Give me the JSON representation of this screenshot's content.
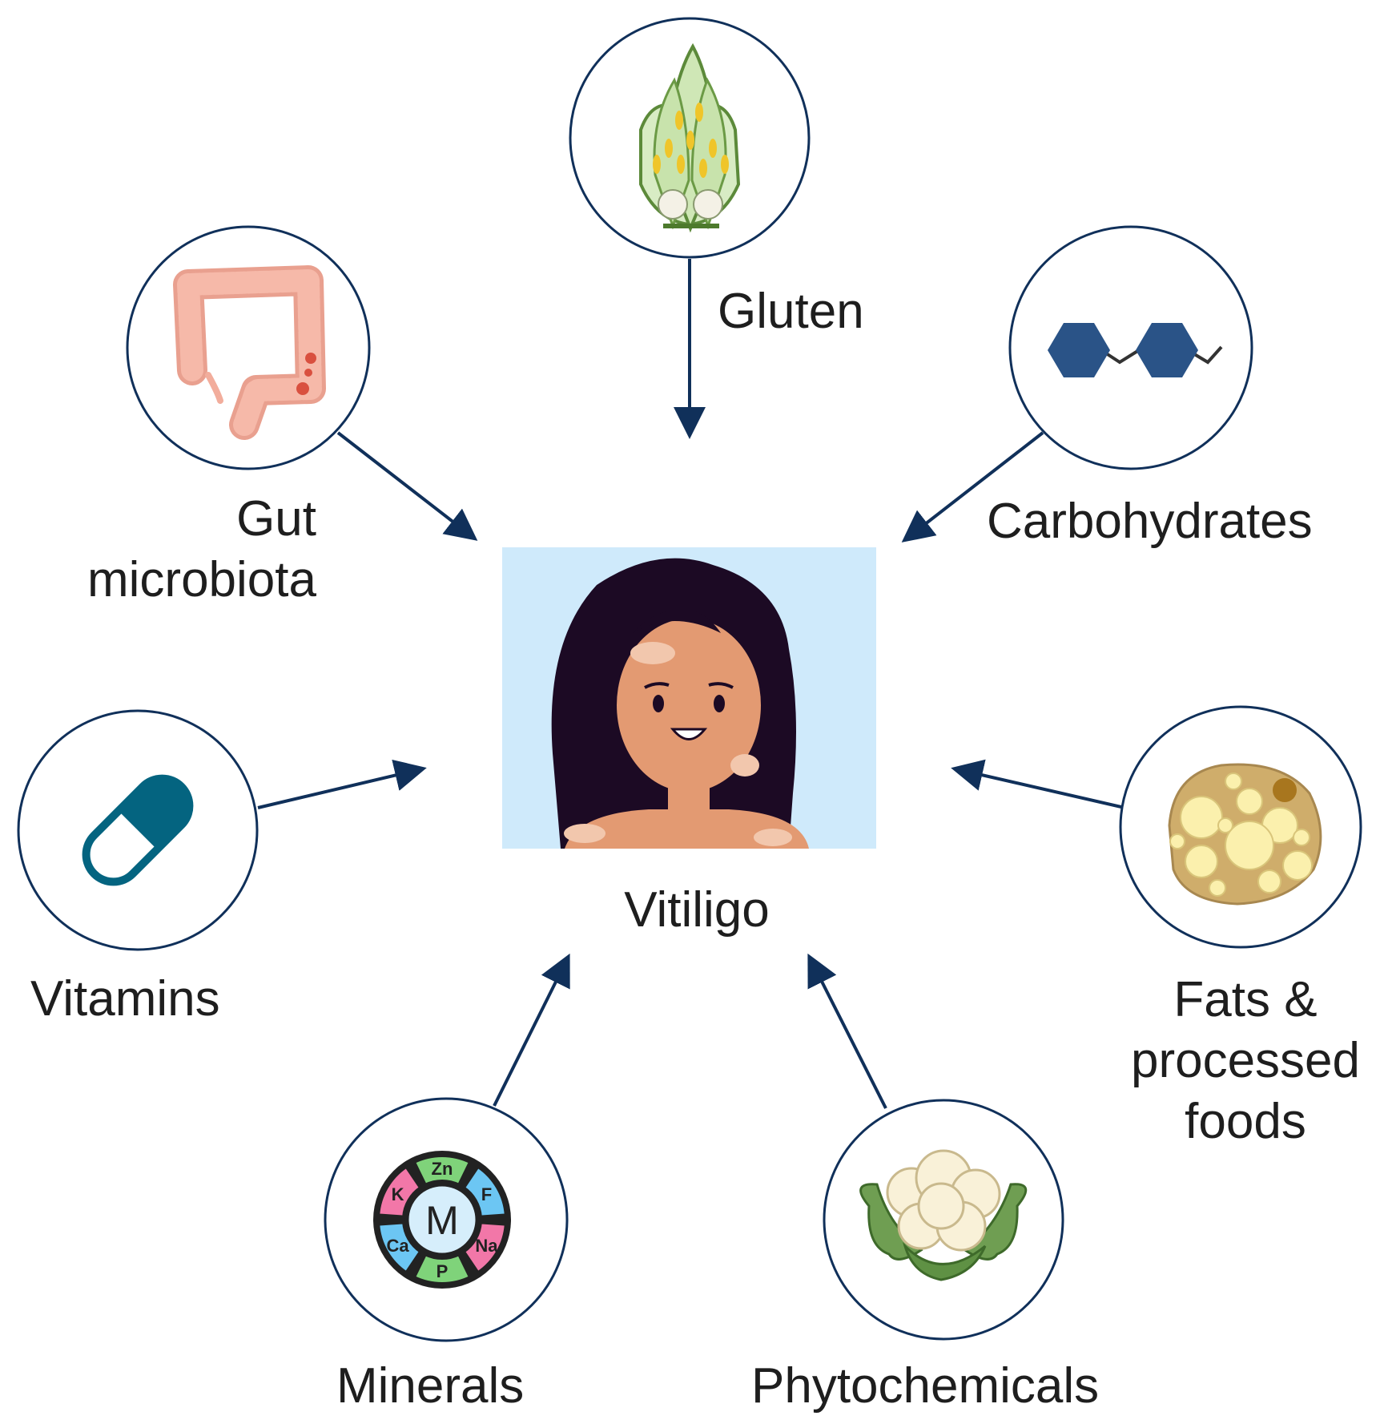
{
  "center": {
    "label": "Vitiligo",
    "panel_color": "#cfeafb"
  },
  "factors": [
    {
      "id": "gluten",
      "label": "Gluten",
      "icon": "wheat-spikelet-icon"
    },
    {
      "id": "gut",
      "label": "Gut\nmicrobiota",
      "icon": "colon-icon"
    },
    {
      "id": "carbs",
      "label": "Carbohydrates",
      "icon": "hexagon-molecule-icon"
    },
    {
      "id": "vitamins",
      "label": "Vitamins",
      "icon": "capsule-pill-icon"
    },
    {
      "id": "fats",
      "label": "Fats &\nprocessed\nfoods",
      "icon": "fat-cell-icon"
    },
    {
      "id": "minerals",
      "label": "Minerals",
      "icon": "mineral-wheel-icon"
    },
    {
      "id": "phyto",
      "label": "Phytochemicals",
      "icon": "cauliflower-icon"
    }
  ],
  "mineral_symbols": [
    "Zn",
    "F",
    "Na",
    "P",
    "Ca",
    "K"
  ],
  "mineral_center": "M",
  "colors": {
    "circle_stroke": "#10305a",
    "arrow": "#10305a",
    "molecule": "#2a5387",
    "capsule": "#046480"
  }
}
